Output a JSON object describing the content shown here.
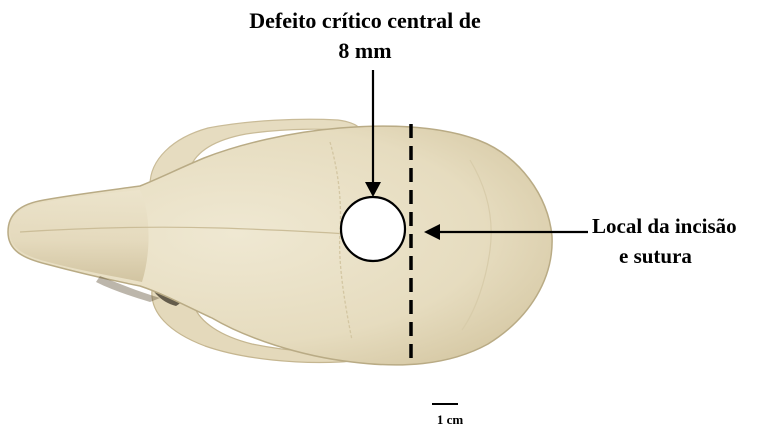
{
  "annotations": {
    "defect_label_line1": "Defeito crítico central de",
    "defect_label_line2": "8 mm",
    "incision_label_line1": "Local da incisão",
    "incision_label_line2": "e sutura",
    "scale_bar_label": "1 cm"
  },
  "colors": {
    "bone": "#e9e0c6",
    "bone_shadow": "#d2c6a4",
    "bone_dark": "#b9ab85",
    "defect_fill": "#ffffff",
    "marks": "#000000"
  }
}
